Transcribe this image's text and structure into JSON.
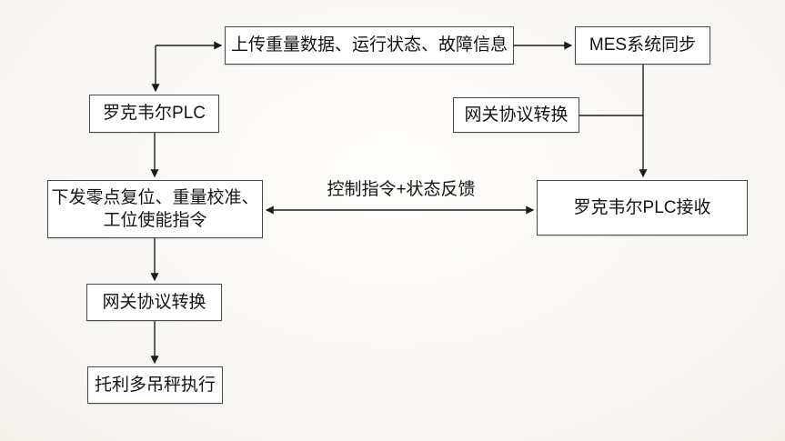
{
  "diagram": {
    "title_hint": "PLC-MES weighing system data flow",
    "colors": {
      "background": "#f8f6f2",
      "line": "#1c1c1c",
      "box_border": "#4a4a4a",
      "box_fill": "#ffffff",
      "text": "#141414"
    },
    "nodes": [
      {
        "id": "upload-data",
        "label": "上传重量数据、运行状态、故障信息"
      },
      {
        "id": "mes-sync",
        "label": "MES系统同步"
      },
      {
        "id": "rockwell-plc",
        "label": "罗克韦尔PLC"
      },
      {
        "id": "gateway-protocol-right",
        "label": "网关协议转换"
      },
      {
        "id": "send-commands",
        "label": "下发零点复位、重量校准、\n工位使能指令"
      },
      {
        "id": "rockwell-plc-receive",
        "label": "罗克韦尔PLC接收"
      },
      {
        "id": "gateway-protocol-left",
        "label": "网关协议转换"
      },
      {
        "id": "toledo-scale-execute",
        "label": "托利多吊秤执行"
      }
    ],
    "edge_labels": [
      {
        "id": "control-feedback",
        "label": "控制指令+状态反馈"
      }
    ]
  }
}
